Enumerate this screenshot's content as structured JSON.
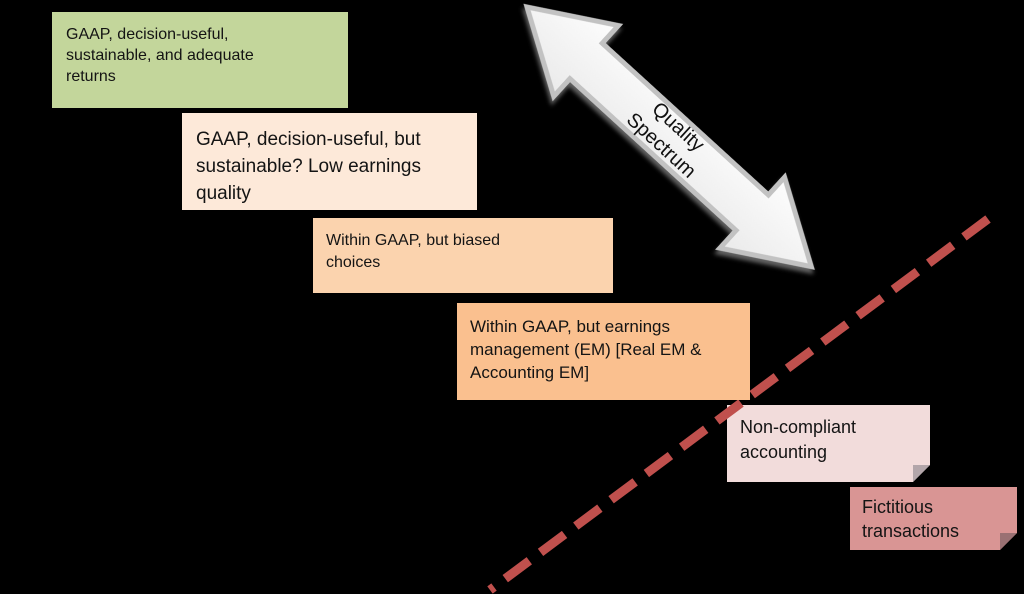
{
  "canvas": {
    "background": "#000000"
  },
  "steps": [
    {
      "name": "gaap-sustainable-adequate-returns",
      "text": "GAAP, decision-useful,\nsustainable, and adequate\nreturns",
      "color": "#c3d69b"
    },
    {
      "name": "gaap-low-earnings-quality",
      "text": "GAAP, decision-useful, but\nsustainable? Low earnings\nquality",
      "color": "#fde9d9"
    },
    {
      "name": "within-gaap-biased-choices",
      "text": "Within GAAP, but biased\nchoices",
      "color": "#fbd3ae"
    },
    {
      "name": "within-gaap-earnings-management",
      "text": "Within GAAP, but earnings\nmanagement (EM) [Real EM &\nAccounting EM]",
      "color": "#fac08f"
    },
    {
      "name": "non-compliant-accounting",
      "text": "Non-compliant\naccounting",
      "color": "#f2dcdb",
      "folded_corner": true
    },
    {
      "name": "fictitious-transactions",
      "text": "Fictitious\ntransactions",
      "color": "#d99594",
      "folded_corner": true
    }
  ],
  "quality_spectrum_arrow": {
    "label": "Quality\nSpectrum",
    "fill_light": "#fbfbfb",
    "fill_dark": "#ececec",
    "outline": "#c2c2c2"
  },
  "dashed_line": {
    "color": "#c0504d",
    "style": "dashed"
  }
}
